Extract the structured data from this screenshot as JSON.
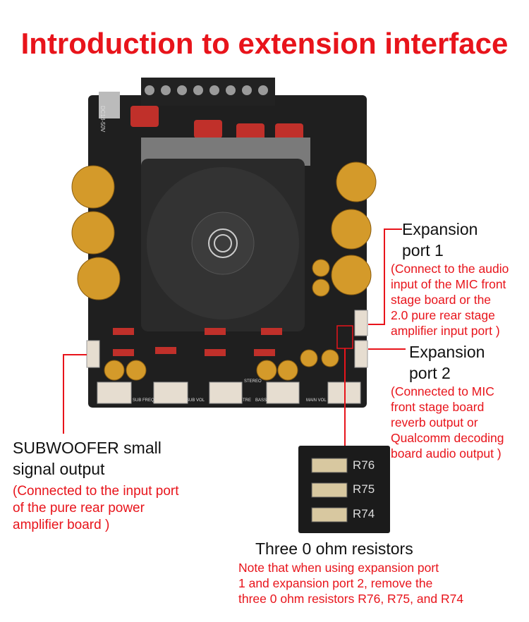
{
  "title": "Introduction to extension interface",
  "board_labels": {
    "power": "DC18-50V",
    "sub_freq": "SUB FREQ",
    "sub_vol": "SUB VOL",
    "stereo": "STEREO",
    "tre": "TRE",
    "bass": "BASS",
    "main_vol": "MAIN VOL"
  },
  "exp1": {
    "title_l1": "Expansion",
    "title_l2": "port 1",
    "desc": [
      "(Connect to the audio",
      "input of the MIC front",
      "stage board or the",
      "2.0 pure rear stage",
      "amplifier input port )"
    ]
  },
  "exp2": {
    "title_l1": "Expansion",
    "title_l2": "port 2",
    "desc": [
      "(Connected to MIC",
      "front stage board",
      "reverb output or",
      "Qualcomm decoding",
      "board audio output )"
    ]
  },
  "sub": {
    "title_l1": "SUBWOOFER small",
    "title_l2": "signal output",
    "desc": [
      "(Connected to the input port",
      "of the pure rear power",
      "amplifier board )"
    ]
  },
  "resistors": {
    "labels": [
      "R76",
      "R75",
      "R74"
    ],
    "title": "Three 0 ohm resistors",
    "desc": [
      "Note that when using expansion port",
      "1 and expansion port 2, remove the",
      "three 0 ohm resistors R76, R75, and R74"
    ]
  },
  "colors": {
    "accent": "#e8141b",
    "board": "#1e1e1e"
  }
}
